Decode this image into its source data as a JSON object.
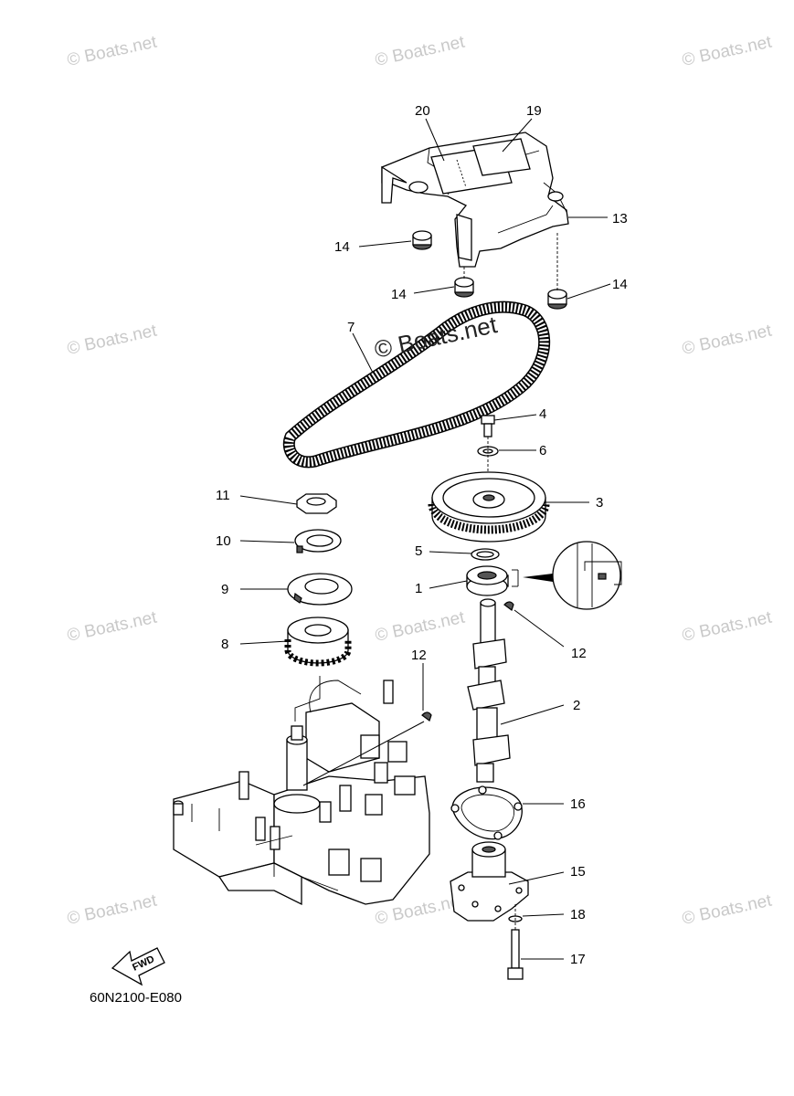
{
  "watermark": {
    "text": "© Boats.net",
    "center_text": "© Boats.net"
  },
  "diagram_code": "60N2100-E080",
  "fwd_label": "FWD",
  "callouts": [
    {
      "id": "c20",
      "num": "20",
      "part": "timing-cover-label"
    },
    {
      "id": "c19",
      "num": "19",
      "part": "timing-cover-label"
    },
    {
      "id": "c13",
      "num": "13",
      "part": "timing-belt-cover"
    },
    {
      "id": "c14a",
      "num": "14",
      "part": "grommet"
    },
    {
      "id": "c14b",
      "num": "14",
      "part": "grommet"
    },
    {
      "id": "c14c",
      "num": "14",
      "part": "grommet"
    },
    {
      "id": "c7",
      "num": "7",
      "part": "timing-belt"
    },
    {
      "id": "c4",
      "num": "4",
      "part": "bolt"
    },
    {
      "id": "c6",
      "num": "6",
      "part": "washer"
    },
    {
      "id": "c3",
      "num": "3",
      "part": "camshaft-pulley"
    },
    {
      "id": "c11",
      "num": "11",
      "part": "nut"
    },
    {
      "id": "c10",
      "num": "10",
      "part": "lock-washer"
    },
    {
      "id": "c9",
      "num": "9",
      "part": "plate"
    },
    {
      "id": "c8",
      "num": "8",
      "part": "crankshaft-pulley"
    },
    {
      "id": "c5",
      "num": "5",
      "part": "o-ring"
    },
    {
      "id": "c1",
      "num": "1",
      "part": "oil-seal"
    },
    {
      "id": "c12a",
      "num": "12",
      "part": "woodruff-key"
    },
    {
      "id": "c12b",
      "num": "12",
      "part": "woodruff-key"
    },
    {
      "id": "c2",
      "num": "2",
      "part": "camshaft"
    },
    {
      "id": "c16",
      "num": "16",
      "part": "gasket"
    },
    {
      "id": "c15",
      "num": "15",
      "part": "oil-pump"
    },
    {
      "id": "c18",
      "num": "18",
      "part": "washer"
    },
    {
      "id": "c17",
      "num": "17",
      "part": "bolt"
    }
  ]
}
